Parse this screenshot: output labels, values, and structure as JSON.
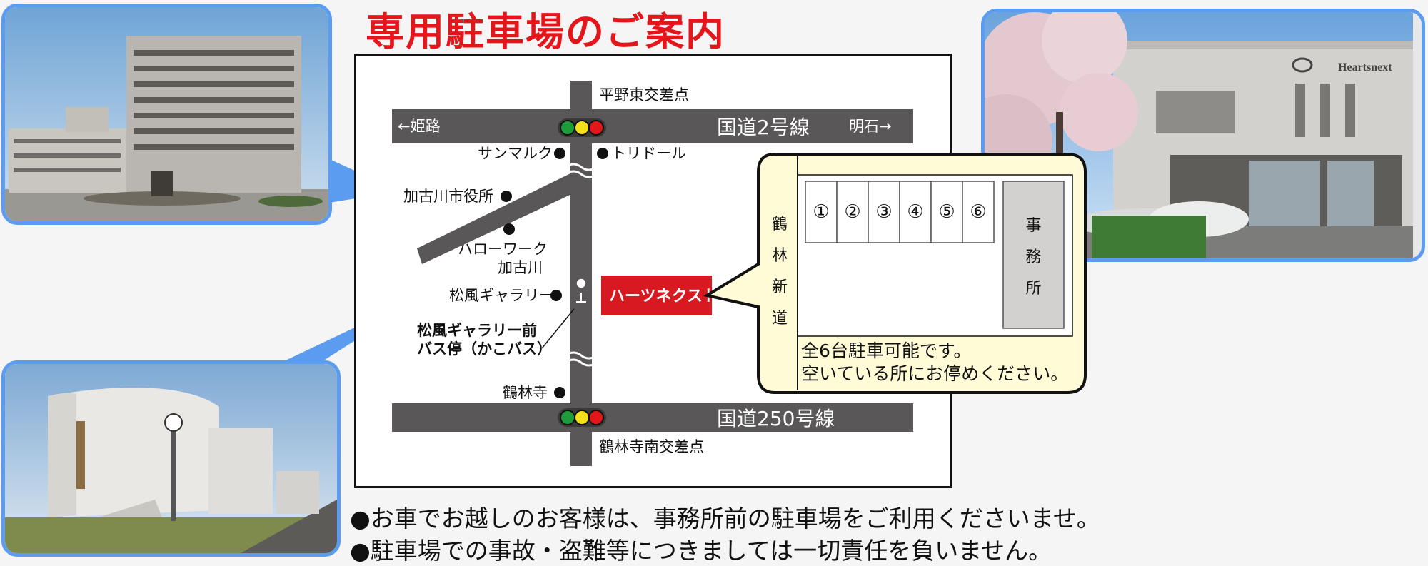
{
  "title": "専用駐車場のご案内",
  "map": {
    "road_top": {
      "name": "国道2号線",
      "west": "←姫路",
      "east": "明石→",
      "intersection": "平野東交差点"
    },
    "road_bottom": {
      "name": "国道250号線",
      "intersection": "鶴林寺南交差点"
    },
    "landmarks": {
      "sunmarc": "サンマルク",
      "toridoll": "トリドール",
      "city_hall": "加古川市役所",
      "hellowork_1": "ハローワーク",
      "hellowork_2": "加古川",
      "gallery": "松風ギャラリー",
      "bus_stop_1": "松風ギャラリー前",
      "bus_stop_2": "バス停（かこバス）",
      "temple": "鶴林寺"
    },
    "company": "ハーツネクスト",
    "bus_symbol": "⊥"
  },
  "parking": {
    "street": [
      "鶴",
      "林",
      "新",
      "道"
    ],
    "spaces": [
      "①",
      "②",
      "③",
      "④",
      "⑤",
      "⑥"
    ],
    "office": [
      "事",
      "務",
      "所"
    ],
    "note_1": "全6台駐車可能です。",
    "note_2": "空いている所にお停めください。"
  },
  "photos": {
    "building_sign": "Heartsnext"
  },
  "notices": [
    "●お車でお越しのお客様は、事務所前の駐車場をご利用くださいませ。",
    "●駐車場での事故・盗難等につきましては一切責任を負いません。"
  ],
  "colors": {
    "title": "#e3161b",
    "road": "#595757",
    "company_badge": "#d71921",
    "callout_bg": "#fffbd6",
    "photo_border": "#5b9cf0"
  }
}
